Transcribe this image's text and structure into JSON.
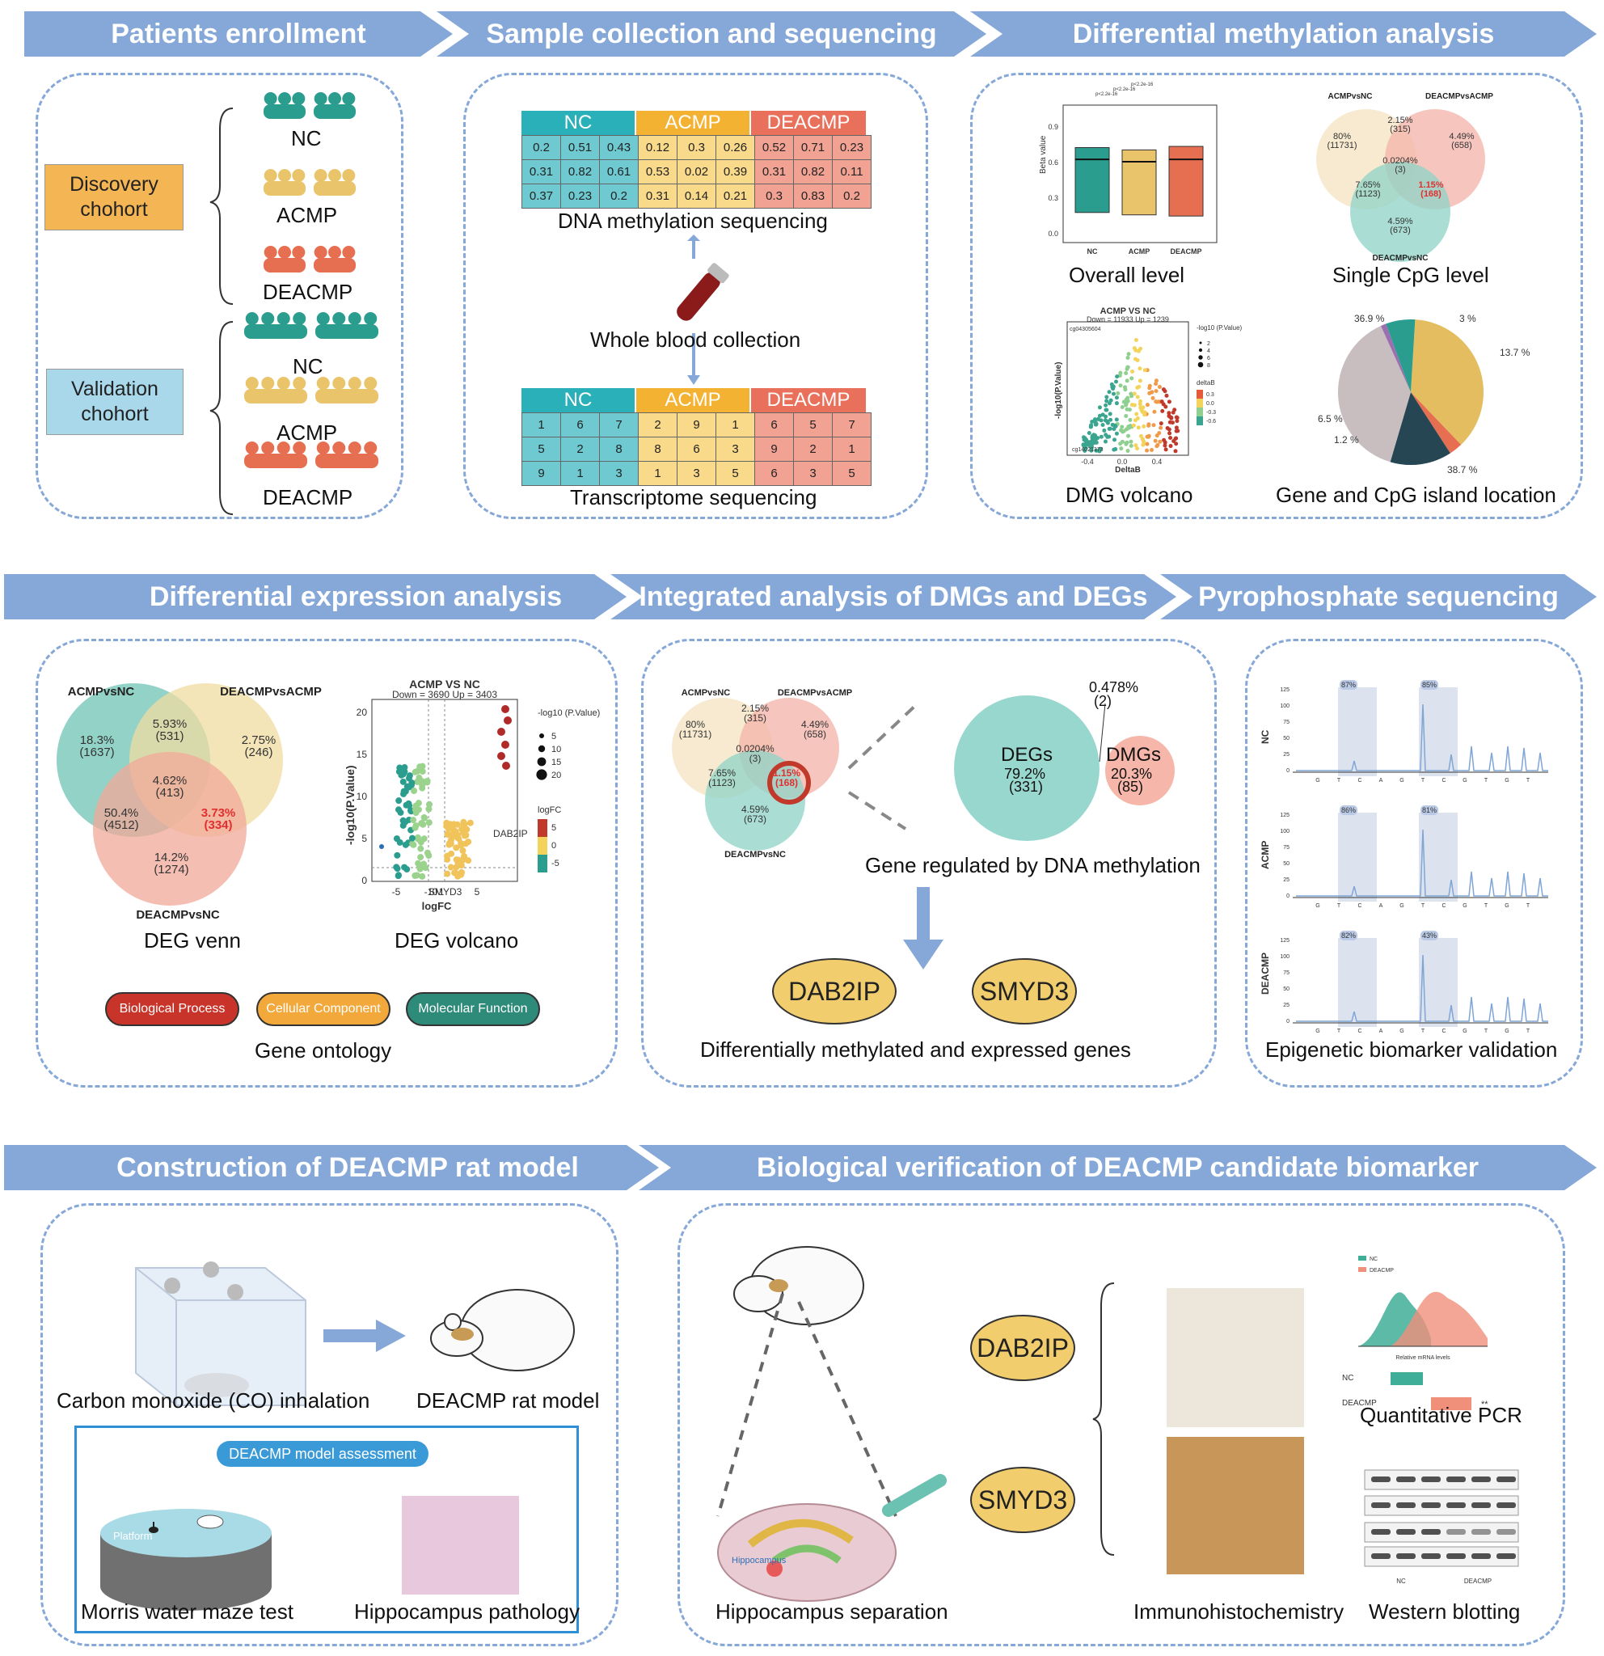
{
  "banners": {
    "b1": "Patients enrollment",
    "b2": "Sample collection and sequencing",
    "b3": "Differential methylation analysis",
    "b4": "Differential expression analysis",
    "b5": "Integrated analysis of DMGs and DEGs",
    "b6": "Pyrophosphate sequencing",
    "b7": "Construction of DEACMP rat model",
    "b8": "Biological verification of DEACMP candidate biomarker"
  },
  "enrollment": {
    "discovery": "Discovery chohort",
    "validation": "Validation chohort",
    "groups": [
      "NC",
      "ACMP",
      "DEACMP"
    ]
  },
  "colors": {
    "nc": "#2a9d8f",
    "acmp": "#e9c46a",
    "deacmp": "#e76f51",
    "banner": "#86a8d8",
    "discovery": "#f4b554",
    "validation": "#a8d8ea"
  },
  "methylation_table": {
    "title": "DNA methylation sequencing",
    "headers": [
      "NC",
      "ACMP",
      "DEACMP"
    ],
    "rows": [
      [
        "0.2",
        "0.51",
        "0.43",
        "0.12",
        "0.3",
        "0.26",
        "0.52",
        "0.71",
        "0.23"
      ],
      [
        "0.31",
        "0.82",
        "0.61",
        "0.53",
        "0.02",
        "0.39",
        "0.31",
        "0.82",
        "0.11"
      ],
      [
        "0.37",
        "0.23",
        "0.2",
        "0.31",
        "0.14",
        "0.21",
        "0.3",
        "0.83",
        "0.2"
      ]
    ]
  },
  "blood": "Whole blood collection",
  "transcriptome_table": {
    "title": "Transcriptome sequencing",
    "headers": [
      "NC",
      "ACMP",
      "DEACMP"
    ],
    "rows": [
      [
        "1",
        "6",
        "7",
        "2",
        "9",
        "1",
        "6",
        "5",
        "7"
      ],
      [
        "5",
        "2",
        "8",
        "8",
        "6",
        "3",
        "9",
        "2",
        "1"
      ],
      [
        "9",
        "1",
        "3",
        "1",
        "3",
        "5",
        "6",
        "3",
        "5"
      ]
    ]
  },
  "overall_level": {
    "caption": "Overall level",
    "ylabel": "Beta value",
    "categories": [
      "NC",
      "ACMP",
      "DEACMP"
    ],
    "yticks": [
      "0.0",
      "0.3",
      "0.6",
      "0.9"
    ],
    "pvals": [
      "p<2.2e-16",
      "p<2.2e-16",
      "p<2.2e-16"
    ]
  },
  "cpg_venn": {
    "caption": "Single CpG level",
    "sets": [
      "ACMPvsNC",
      "DEACMPvsACMP",
      "DEACMPvsNC"
    ],
    "regions": [
      {
        "pct": "80%",
        "n": "(11731)"
      },
      {
        "pct": "2.15%",
        "n": "(315)"
      },
      {
        "pct": "4.49%",
        "n": "(658)"
      },
      {
        "pct": "0.0204%",
        "n": "(3)"
      },
      {
        "pct": "7.65%",
        "n": "(1123)"
      },
      {
        "pct": "1.15%",
        "n": "(168)"
      },
      {
        "pct": "4.59%",
        "n": "(673)"
      }
    ]
  },
  "dmg_volcano": {
    "caption": "DMG volcano",
    "title": "ACMP VS NC",
    "subtitle": "Down = 11933 Up = 1239",
    "xlabel": "DeltaB",
    "ylabel": "-log10(P.Value)",
    "annotations": [
      "cg04305604",
      "cg14021373"
    ],
    "legend_size_title": "-log10 (P.Value)",
    "legend_size": [
      "2",
      "4",
      "6",
      "8"
    ],
    "legend_color_title": "deltaB",
    "legend_color": [
      "0.3",
      "0.0",
      "-0.3",
      "-0.6"
    ],
    "xticks": [
      "-0.4",
      "0.0",
      "0.4"
    ]
  },
  "gene_location": {
    "caption": "Gene and CpG island location",
    "slices": [
      {
        "label": "36.9 %",
        "value": 36.9,
        "color": "#e3bd5f"
      },
      {
        "label": "3 %",
        "value": 3,
        "color": "#e76f51"
      },
      {
        "label": "13.7 %",
        "value": 13.7,
        "color": "#264653"
      },
      {
        "label": "38.7 %",
        "value": 38.7,
        "color": "#c8bec0"
      },
      {
        "label": "1.2 %",
        "value": 1.2,
        "color": "#9b6fb0"
      },
      {
        "label": "6.5 %",
        "value": 6.5,
        "color": "#2a9d8f"
      }
    ]
  },
  "deg_venn": {
    "caption": "DEG venn",
    "sets": [
      "ACMPvsNC",
      "DEACMPvsACMP",
      "DEACMPvsNC"
    ],
    "regions": [
      {
        "pct": "18.3%",
        "n": "(1637)"
      },
      {
        "pct": "5.93%",
        "n": "(531)"
      },
      {
        "pct": "2.75%",
        "n": "(246)"
      },
      {
        "pct": "4.62%",
        "n": "(413)"
      },
      {
        "pct": "50.4%",
        "n": "(4512)"
      },
      {
        "pct": "3.73%",
        "n": "(334)"
      },
      {
        "pct": "14.2%",
        "n": "(1274)"
      }
    ]
  },
  "deg_volcano": {
    "caption": "DEG volcano",
    "title": "ACMP VS NC",
    "subtitle": "Down = 3690 Up = 3403",
    "xlabel": "logFC",
    "ylabel": "-log10(P.Value)",
    "annotations": [
      "DAB2IP",
      "SMYD3"
    ],
    "xticks": [
      "-5",
      "-1",
      "0",
      "1",
      "5"
    ],
    "yticks": [
      "0",
      "5",
      "10",
      "15",
      "20"
    ],
    "legend_size_title": "-log10 (P.Value)",
    "legend_size": [
      "5",
      "10",
      "15",
      "20"
    ],
    "legend_color_title": "logFC",
    "legend_color": [
      "5",
      "0",
      "-5"
    ]
  },
  "gene_ontology": {
    "caption": "Gene ontology",
    "items": [
      "Biological Process",
      "Cellular Component",
      "Molecular Function"
    ]
  },
  "integrated": {
    "venn_sets": [
      "ACMPvsNC",
      "DEACMPvsACMP",
      "DEACMPvsNC"
    ],
    "degs_label": "DEGs",
    "degs_pct": "79.2%",
    "degs_n": "(331)",
    "dmgs_label": "DMGs",
    "dmgs_pct": "20.3%",
    "dmgs_n": "(85)",
    "overlap_pct": "0.478%",
    "overlap_n": "(2)",
    "regulated": "Gene regulated by DNA methylation",
    "genes": [
      "DAB2IP",
      "SMYD3"
    ],
    "caption": "Differentially methylated and expressed genes"
  },
  "pyro": {
    "caption": "Epigenetic biomarker validation",
    "rows": [
      {
        "label": "NC",
        "p1": "87%",
        "p2": "85%"
      },
      {
        "label": "ACMP",
        "p1": "86%",
        "p2": "81%"
      },
      {
        "label": "DEACMP",
        "p1": "82%",
        "p2": "43%"
      }
    ],
    "yticks": [
      "125",
      "100",
      "75",
      "50",
      "25",
      "0"
    ],
    "bases": [
      "G",
      "T",
      "C",
      "A",
      "G",
      "T",
      "C",
      "G",
      "T",
      "G",
      "T"
    ]
  },
  "rat_model": {
    "co": "Carbon monoxide (CO) inhalation",
    "model": "DEACMP rat model",
    "assessment": "DEACMP model assessment",
    "maze": "Morris water maze test",
    "platform": "Platform",
    "pathology": "Hippocampus pathology"
  },
  "verification": {
    "separation": "Hippocampus separation",
    "hippocampus": "Hippocampus",
    "genes": [
      "DAB2IP",
      "SMYD3"
    ],
    "ihc": "Immunohistochemistry",
    "qpcr": "Quantitative PCR",
    "qpcr_legend": [
      "NC",
      "DEACMP"
    ],
    "qpcr_xlabel": "Relative mRNA levels",
    "qpcr_groups": [
      "NC",
      "DEACMP"
    ],
    "wb": "Western blotting",
    "wb_groups": [
      "NC",
      "DEACMP"
    ],
    "sig": "**"
  }
}
